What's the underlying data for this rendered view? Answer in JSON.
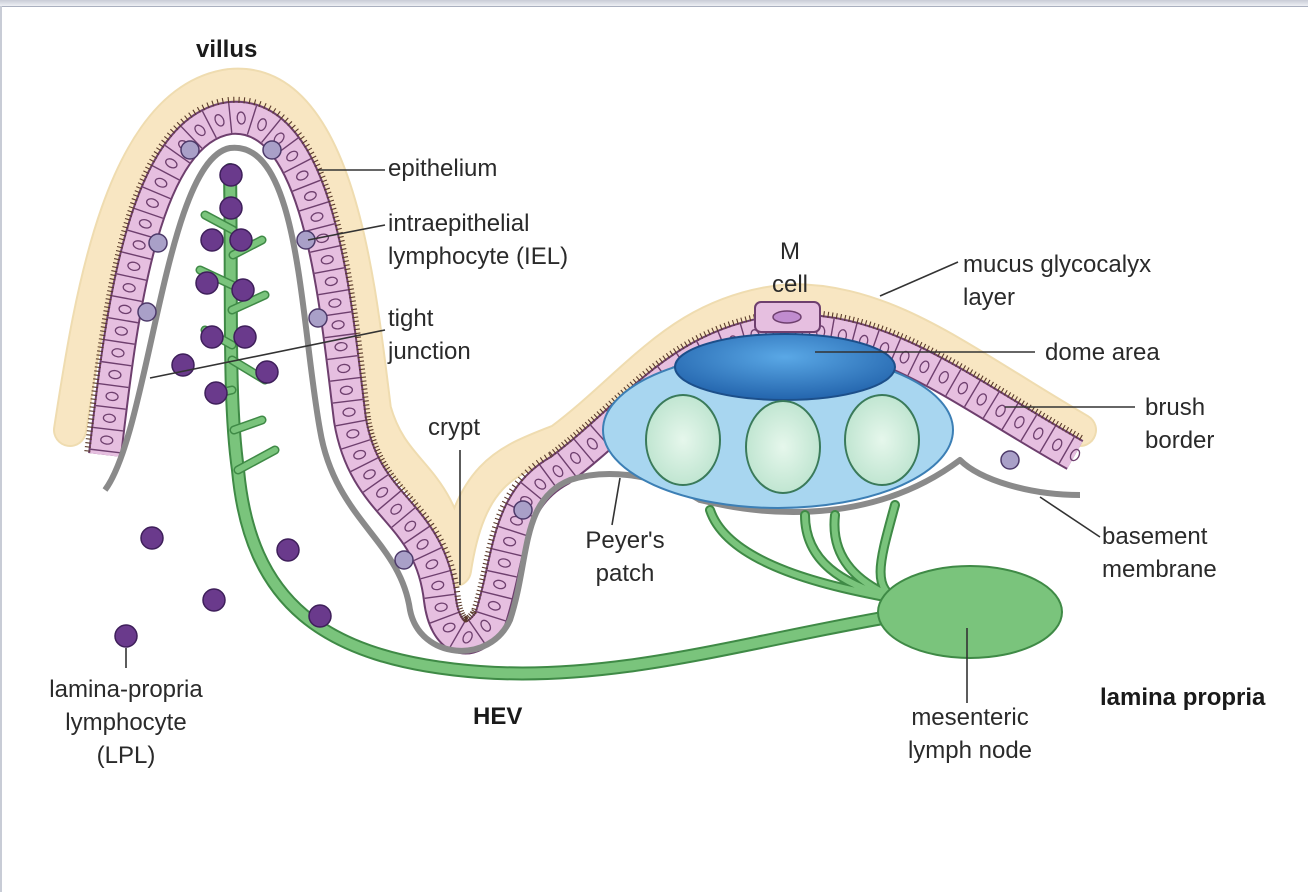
{
  "labels": {
    "villus": "villus",
    "epithelium": "epithelium",
    "iel": "intraepithelial\nlymphocyte (IEL)",
    "tight_junction": "tight\njunction",
    "crypt": "crypt",
    "m_cell": "M\ncell",
    "mucus": "mucus glycocalyx\nlayer",
    "dome": "dome area",
    "brush_border": "brush\nborder",
    "basement_membrane": "basement\nmembrane",
    "peyers_patch": "Peyer's\npatch",
    "lpl": "lamina-propria\nlymphocyte\n(LPL)",
    "hev": "HEV",
    "mesenteric": "mesenteric\nlymph node",
    "lamina_propria": "lamina propria"
  },
  "colors": {
    "mucus": "#f8e6c2",
    "epithelial_cell": "#e6bfe0",
    "cell_outline": "#6e3f6e",
    "lymphocyte": "#6a3a8c",
    "vessel": "#7ac47c",
    "vessel_outline": "#3f8a46",
    "patch": "#a8d6f0",
    "dome": "#3c86c9",
    "follicle": "#cdeed8",
    "basement_membrane": "#8a8a8a"
  }
}
